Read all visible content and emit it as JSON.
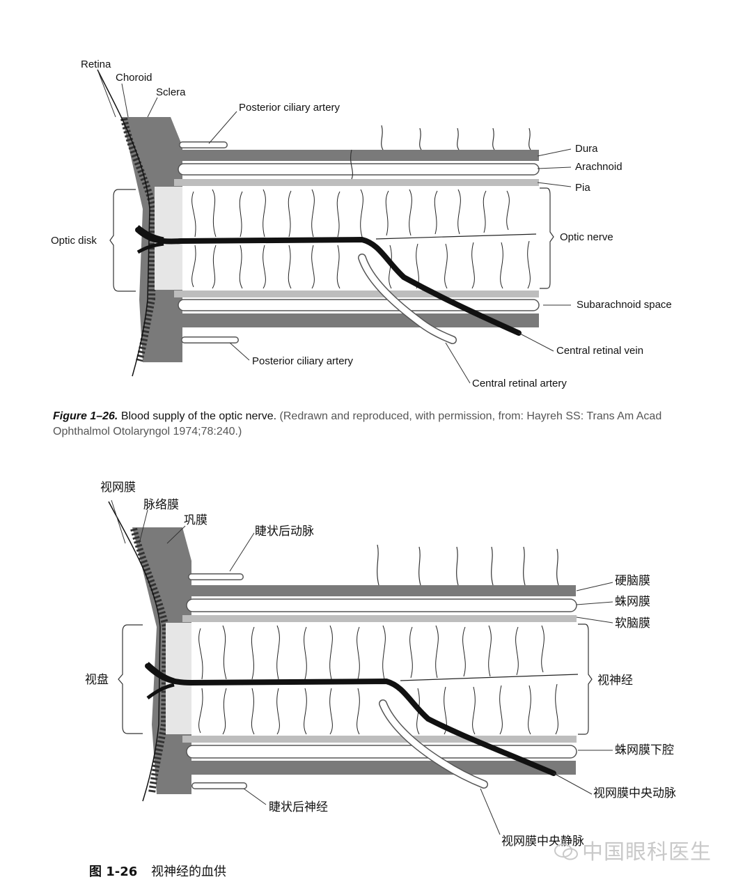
{
  "english": {
    "labels": {
      "retina": "Retina",
      "choroid": "Choroid",
      "sclera": "Sclera",
      "posterior_ciliary_artery_top": "Posterior ciliary artery",
      "dura": "Dura",
      "arachnoid": "Arachnoid",
      "pia": "Pia",
      "optic_disk": "Optic disk",
      "optic_nerve": "Optic nerve",
      "subarachnoid_space": "Subarachnoid space",
      "central_retinal_vein": "Central retinal vein",
      "posterior_ciliary_artery_bottom": "Posterior ciliary artery",
      "central_retinal_artery": "Central retinal artery"
    },
    "caption": {
      "figure": "Figure 1–26.",
      "title": "Blood supply of the optic nerve.",
      "reference": "(Redrawn and reproduced, with permission, from: Hayreh SS: Trans Am Acad Ophthalmol Otolaryngol 1974;78:240.)"
    }
  },
  "chinese": {
    "labels": {
      "retina": "视网膜",
      "choroid": "脉络膜",
      "sclera": "巩膜",
      "posterior_ciliary_artery": "睫状后动脉",
      "dura": "硬脑膜",
      "arachnoid": "蛛网膜",
      "pia": "软脑膜",
      "optic_disk": "视盘",
      "optic_nerve": "视神经",
      "subarachnoid_space": "蛛网膜下腔",
      "central_retinal_artery": "视网膜中央动脉",
      "posterior_ciliary_nerve": "睫状后神经",
      "central_retinal_vein": "视网膜中央静脉"
    },
    "caption": {
      "figure": "图 1-26",
      "title": "视神经的血供"
    }
  },
  "watermark": "中国眼科医生",
  "colors": {
    "sheath": "#7a7a7a",
    "vessel": "#111111",
    "nerve_fill": "#ffffff",
    "disk_band": "#e6e6e6"
  }
}
